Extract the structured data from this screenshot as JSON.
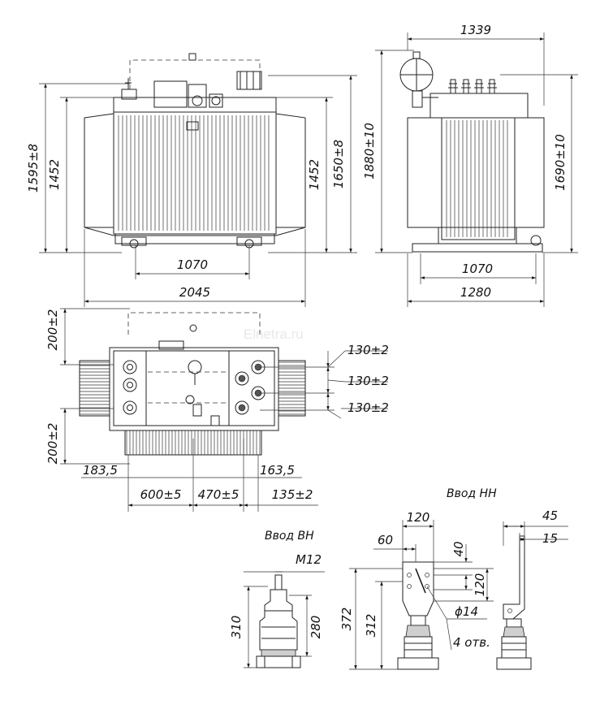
{
  "front_view": {
    "dims": {
      "total_height": "1595±8",
      "tank_height_left": "1452",
      "tank_height_right": "1452",
      "height_to_top": "1650±8",
      "wheel_track": "1070",
      "overall_width": "2045"
    }
  },
  "side_view": {
    "dims": {
      "overall_width": "1339",
      "total_height": "1880±10",
      "height_right": "1690±10",
      "wheel_track": "1070",
      "base_width": "1280"
    }
  },
  "plan_view": {
    "dims": {
      "left_offset_top": "200±2",
      "left_offset_bottom": "200±2",
      "bushing_spacing_1": "130±2",
      "bushing_spacing_2": "130±2",
      "bushing_spacing_3": "130±2",
      "left_edge": "183,5",
      "right_edge": "163,5",
      "span_1": "600±5",
      "span_2": "470±5",
      "span_3": "135±2"
    },
    "watermark": "Elnetra.ru"
  },
  "bushing_hv": {
    "title": "Ввод ВН",
    "dims": {
      "thread": "M12",
      "height_total": "310",
      "height_body": "280"
    }
  },
  "bushing_lv": {
    "title": "Ввод НН",
    "dims": {
      "width_top": "120",
      "offset": "60",
      "hole_offset": "40",
      "plate_height": "120",
      "hole_dia": "ϕ14",
      "holes": "4 отв.",
      "height_total": "372",
      "height_body": "312",
      "side_width": "45",
      "side_thickness": "15"
    }
  }
}
